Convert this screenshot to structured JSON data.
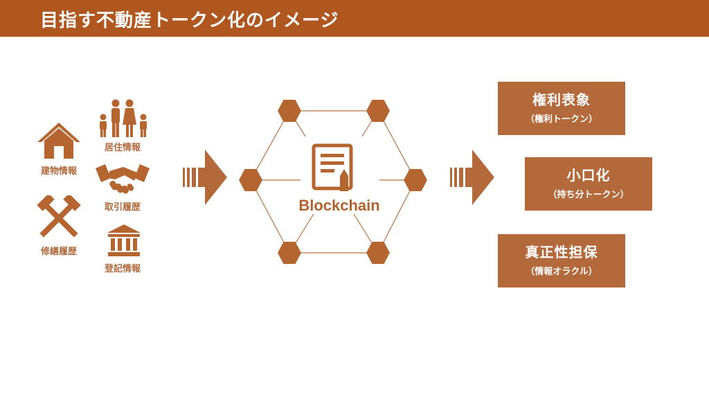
{
  "header": {
    "title": "目指す不動産トークン化のイメージ"
  },
  "sources": [
    {
      "label": "建物情報",
      "icon": "house-icon"
    },
    {
      "label": "居住情報",
      "icon": "family-icon"
    },
    {
      "label": "取引履歴",
      "icon": "handshake-icon"
    },
    {
      "label": "修繕履歴",
      "icon": "hammers-icon"
    },
    {
      "label": "登記情報",
      "icon": "bank-icon"
    }
  ],
  "center": {
    "label": "Blockchain",
    "icon": "document-pen-icon"
  },
  "outputs": [
    {
      "title": "権利表象",
      "subtitle": "（権利トークン）"
    },
    {
      "title": "小口化",
      "subtitle": "（持ち分トークン）"
    },
    {
      "title": "真正性担保",
      "subtitle": "（情報オラクル）"
    }
  ],
  "colors": {
    "header": "#b0571f",
    "accent": "#b4693a",
    "hex": "#b5652f"
  }
}
